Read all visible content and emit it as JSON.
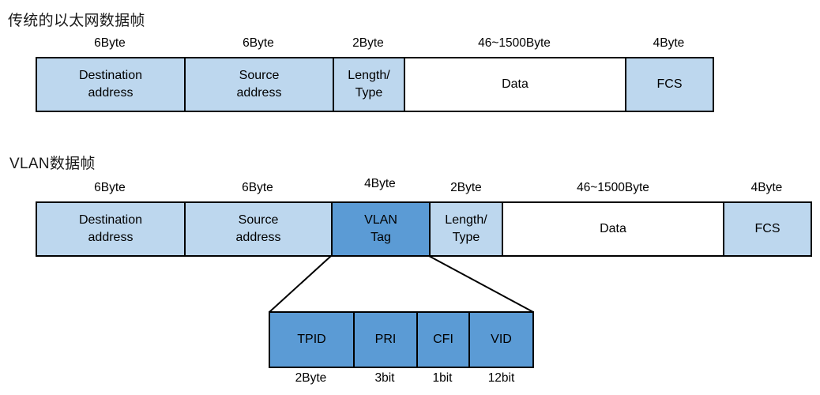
{
  "colors": {
    "field_fill_light": "#BDD7EE",
    "field_fill_dark": "#5B9BD5",
    "data_field_fill": "#FFFFFF",
    "border": "#000000",
    "text": "#000000"
  },
  "ethernet_frame": {
    "title": "传统的以太网数据帧",
    "fields": [
      {
        "size": "6Byte",
        "label": "Destination\naddress"
      },
      {
        "size": "6Byte",
        "label": "Source\naddress"
      },
      {
        "size": "2Byte",
        "label": "Length/\nType"
      },
      {
        "size": "46~1500Byte",
        "label": "Data"
      },
      {
        "size": "4Byte",
        "label": "FCS"
      }
    ]
  },
  "vlan_frame": {
    "title": "VLAN数据帧",
    "fields": [
      {
        "size": "6Byte",
        "label": "Destination\naddress"
      },
      {
        "size": "6Byte",
        "label": "Source\naddress"
      },
      {
        "size": "4Byte",
        "label": "VLAN\nTag"
      },
      {
        "size": "2Byte",
        "label": "Length/\nType"
      },
      {
        "size": "46~1500Byte",
        "label": "Data"
      },
      {
        "size": "4Byte",
        "label": "FCS"
      }
    ]
  },
  "vlan_tag_detail": {
    "fields": [
      {
        "label": "TPID",
        "size": "2Byte"
      },
      {
        "label": "PRI",
        "size": "3bit"
      },
      {
        "label": "CFI",
        "size": "1bit"
      },
      {
        "label": "VID",
        "size": "12bit"
      }
    ]
  }
}
